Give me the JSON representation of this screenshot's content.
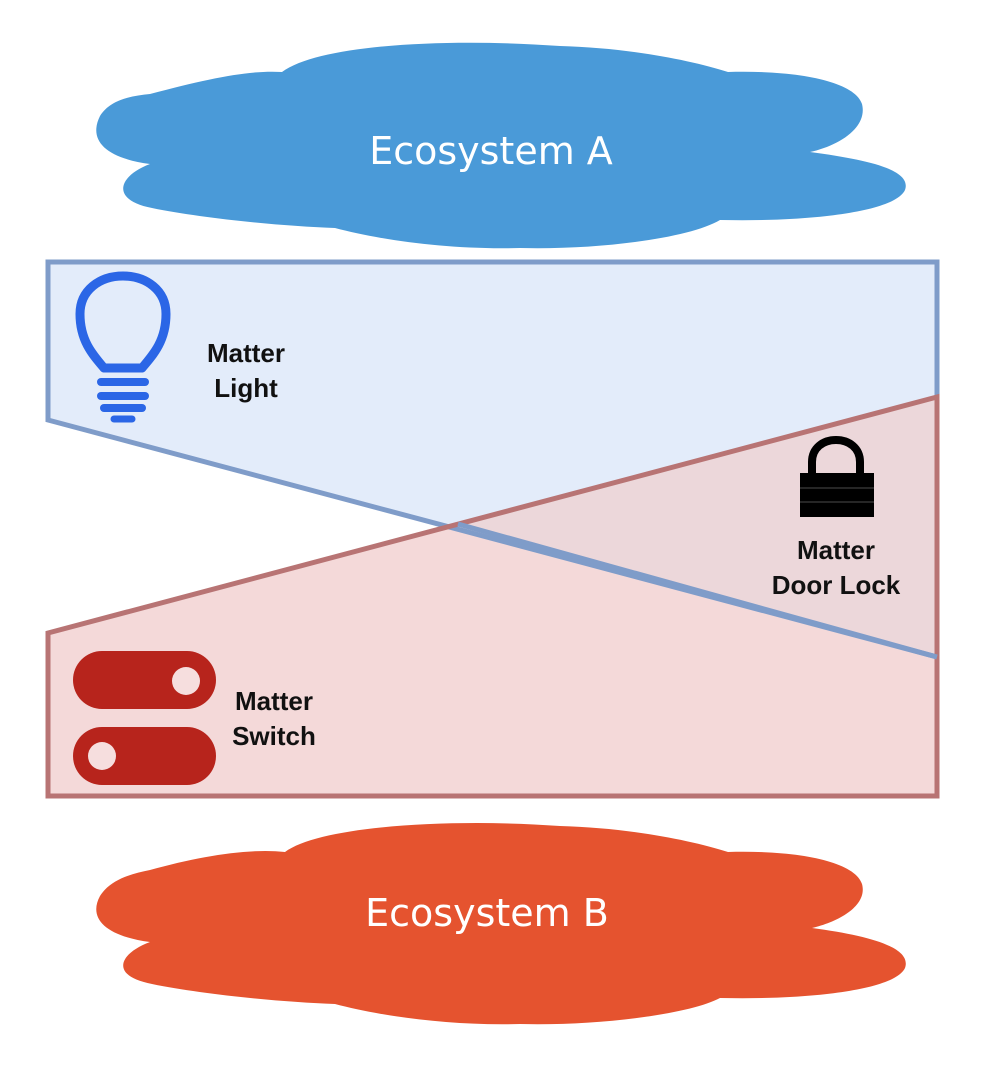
{
  "ecosystems": {
    "a": {
      "label": "Ecosystem A",
      "color": "#4a9ad8"
    },
    "b": {
      "label": "Ecosystem B",
      "color": "#e5532f"
    }
  },
  "regions": {
    "a": {
      "fill": "#e3ecfa",
      "stroke": "#7f9cc9"
    },
    "b": {
      "fill": "#f4d9d9",
      "stroke": "#b87474"
    },
    "overlap_fill": "#ecd7da"
  },
  "devices": {
    "light": {
      "line1": "Matter",
      "line2": "Light",
      "icon": "lightbulb-icon",
      "color": "#2b66e6"
    },
    "lock": {
      "line1": "Matter",
      "line2": "Door Lock",
      "icon": "padlock-icon",
      "color": "#000000"
    },
    "switch": {
      "line1": "Matter",
      "line2": "Switch",
      "icon": "toggle-switch-icon",
      "color": "#b7241c"
    }
  }
}
